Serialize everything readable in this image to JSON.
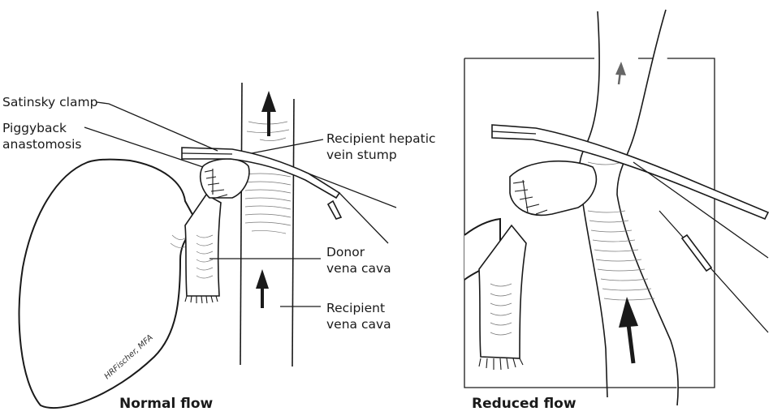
{
  "figure": {
    "left_panel": {
      "caption": "Normal flow",
      "labels": {
        "clamp": "Satinsky clamp",
        "anastomosis_line1": "Piggyback",
        "anastomosis_line2": "anastomosis",
        "hepatic_line1": "Recipient hepatic",
        "hepatic_line2": "vein stump",
        "donor_line1": "Donor",
        "donor_line2": "vena cava",
        "recipient_line1": "Recipient",
        "recipient_line2": "vena cava"
      },
      "signature": "HRFischer, MFA"
    },
    "right_panel": {
      "caption": "Reduced flow"
    },
    "colors": {
      "ink": "#1a1a1a",
      "hatching": "#777777",
      "background": "#ffffff"
    }
  }
}
